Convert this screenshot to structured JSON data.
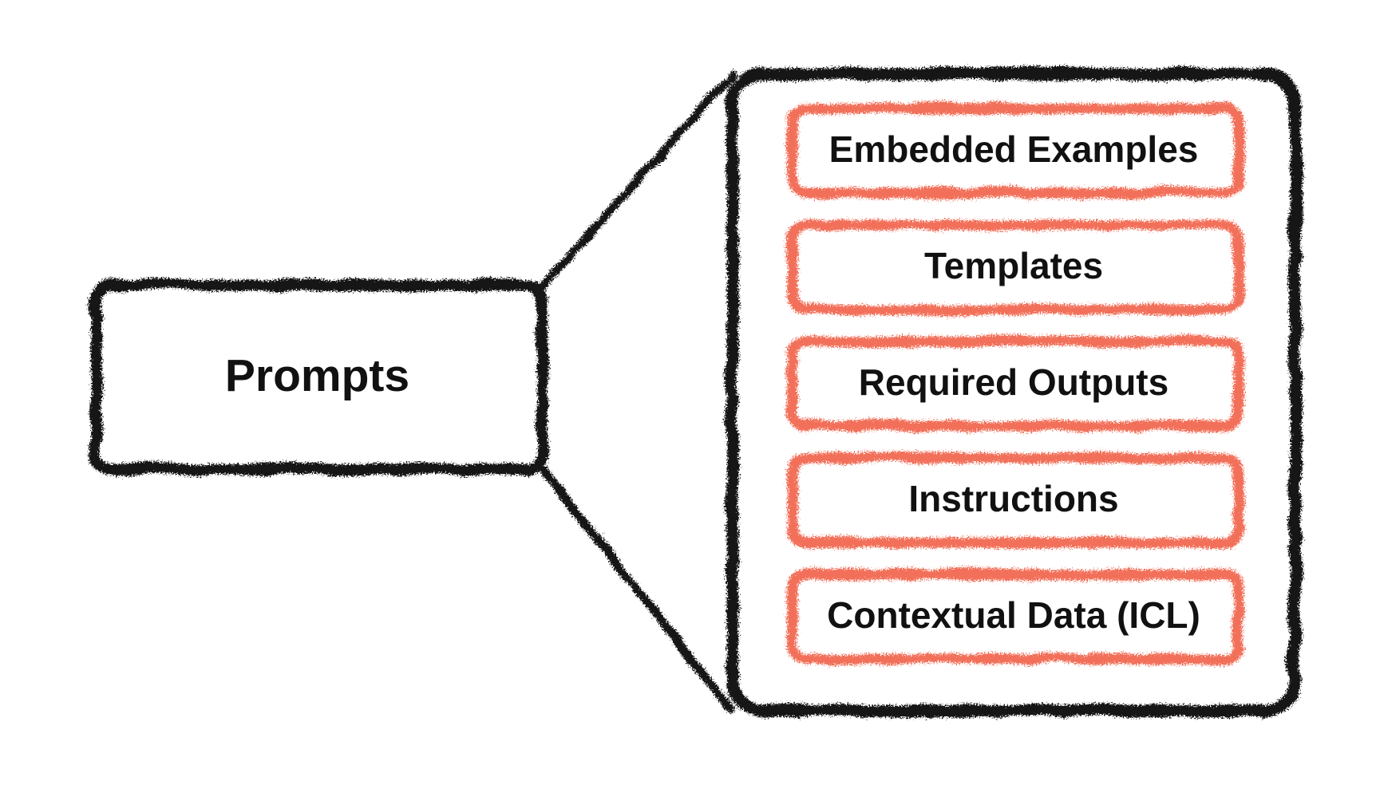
{
  "diagram": {
    "title": "Prompt components diagram",
    "background_color": "#ffffff",
    "colors": {
      "ink": "#161616",
      "accent": "#f2705a",
      "text": "#111111"
    },
    "left_node": {
      "label": "Prompts"
    },
    "panel": {
      "items": [
        {
          "label": "Embedded Examples"
        },
        {
          "label": "Templates"
        },
        {
          "label": "Required Outputs"
        },
        {
          "label": "Instructions"
        },
        {
          "label": "Contextual Data (ICL)"
        }
      ]
    }
  }
}
